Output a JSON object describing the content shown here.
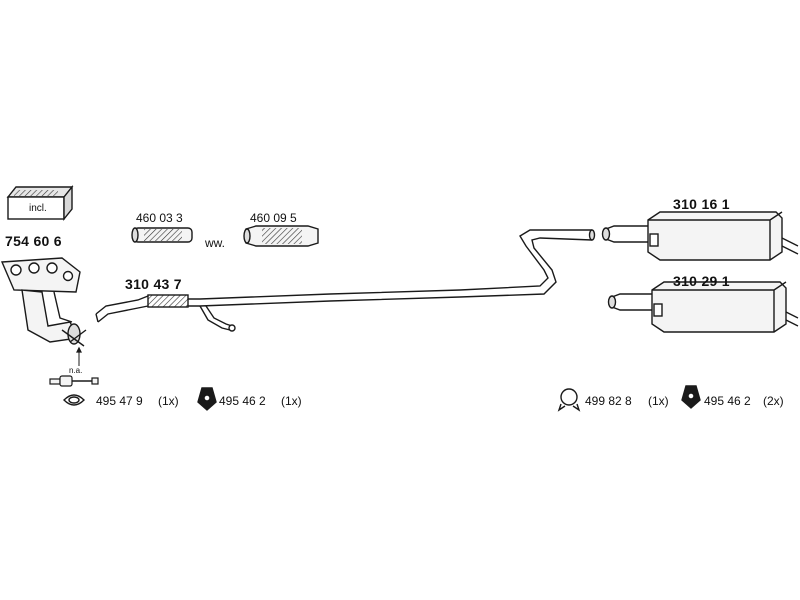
{
  "parts": {
    "manifold": {
      "number": "754 60 6",
      "badge": "incl."
    },
    "flex_pipe_a": {
      "number": "460 03 3"
    },
    "alt_marker": "ww.",
    "flex_pipe_b": {
      "number": "460 09 5"
    },
    "center_pipe": {
      "number": "310 43 7"
    },
    "rear_muffler_a": {
      "number": "310 16 1"
    },
    "rear_muffler_b": {
      "number": "310 29 1"
    },
    "sensor_note": "n.a."
  },
  "hardware": [
    {
      "icon": "gasket-ring-icon",
      "number": "495 47 9",
      "qty": "(1x)"
    },
    {
      "icon": "rubber-hanger-icon",
      "number": "495 46 2",
      "qty": "(1x)"
    },
    {
      "icon": "clamp-ring-icon",
      "number": "499 82 8",
      "qty": "(1x)"
    },
    {
      "icon": "rubber-hanger-icon",
      "number": "495 46 2",
      "qty": "(2x)"
    }
  ],
  "colors": {
    "line": "#1a1a1a",
    "fill": "#f4f4f4",
    "shade": "#c8c8c8"
  }
}
